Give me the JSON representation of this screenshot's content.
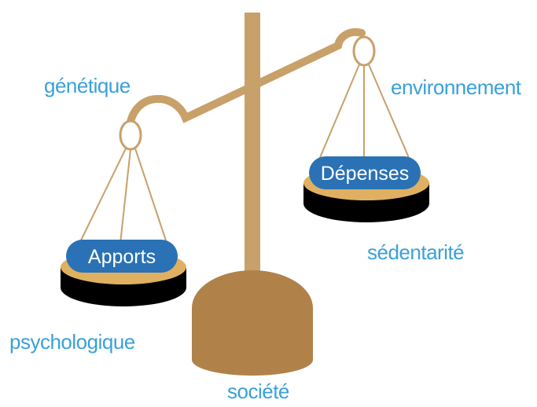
{
  "scale": {
    "left_pan_label": "Apports",
    "right_pan_label": "Dépenses"
  },
  "factors": {
    "genetique": "génétique",
    "environnement": "environnement",
    "sedentarite": "sédentarité",
    "psychologique": "psychologique",
    "societe": "société"
  },
  "colors": {
    "frame": "#c8a06a",
    "base": "#b0824a",
    "pan_gold": "#e0b061",
    "pan_shadow": "#000000",
    "pill": "#2a72b5",
    "factor_text": "#3aa0d8"
  }
}
